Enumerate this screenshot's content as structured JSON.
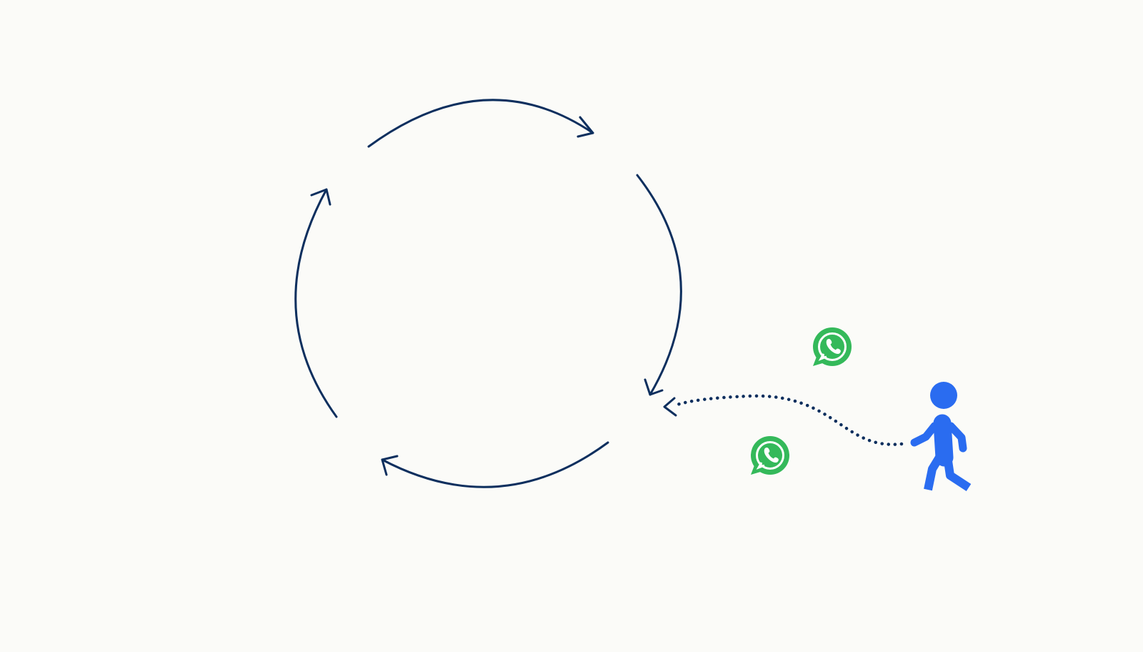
{
  "colors": {
    "background": "#fbfbf8",
    "cycle_arrows": "#0d2f5e",
    "dotted_path": "#0d2f5e",
    "whatsapp_green": "#34b95a",
    "whatsapp_white": "#ffffff",
    "person_blue": "#2a6cf0"
  },
  "diagram": {
    "cycle": {
      "arrow_count": 4,
      "direction": "clockwise"
    },
    "icons": [
      {
        "name": "whatsapp-icon",
        "count": 2
      },
      {
        "name": "walking-person-icon",
        "count": 1
      }
    ],
    "connector": {
      "style": "dotted",
      "from": "walking-person-icon",
      "to": "cycle"
    }
  }
}
